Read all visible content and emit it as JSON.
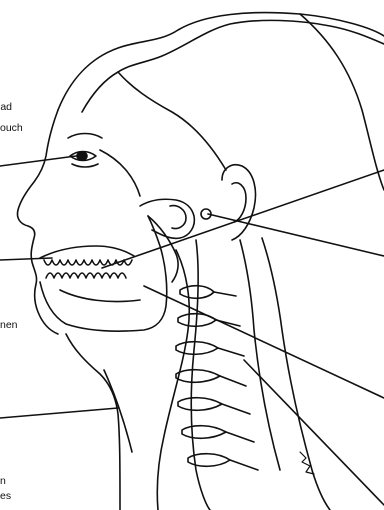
{
  "text_fragments": {
    "top_1": "ad",
    "top_2": "ouch",
    "middle": "nen",
    "bottom_1": "n",
    "bottom_2": "es"
  },
  "colors": {
    "line": "#111111",
    "background": "#ffffff"
  }
}
